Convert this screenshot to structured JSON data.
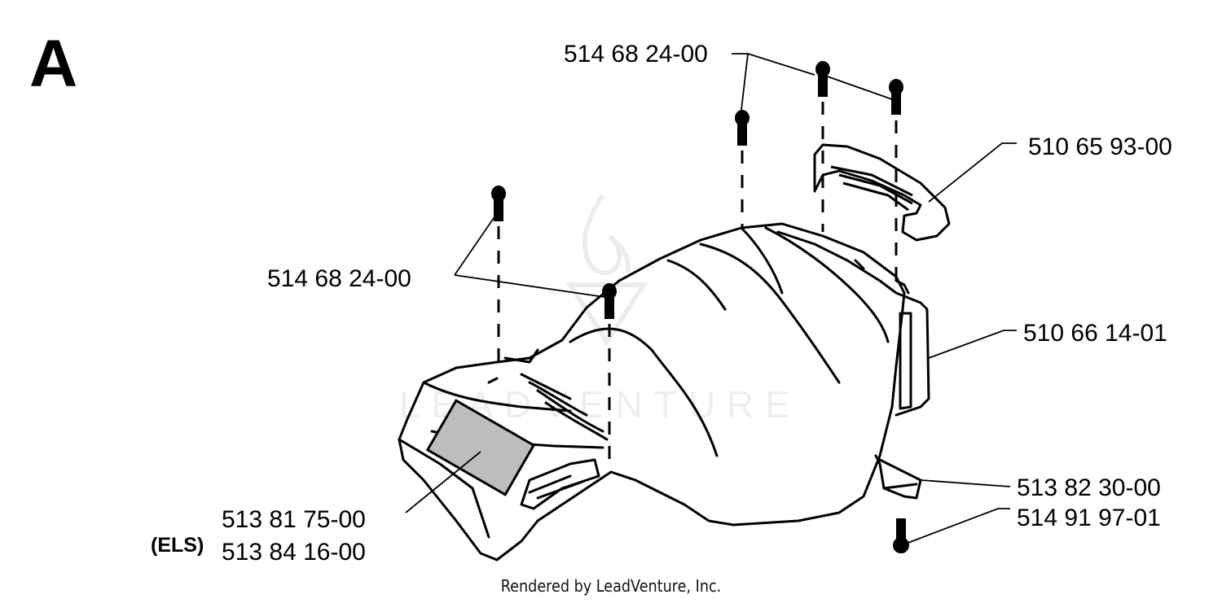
{
  "section_letter": "A",
  "parts": [
    {
      "id": "screw-top",
      "number": "514 68 24-00"
    },
    {
      "id": "handle-grip",
      "number": "510 65 93-00"
    },
    {
      "id": "screw-left",
      "number": "514 68 24-00"
    },
    {
      "id": "side-bracket",
      "number": "510 66 14-01"
    },
    {
      "id": "decal",
      "number": "513 81 75-00"
    },
    {
      "id": "decal-els",
      "prefix": "(ELS)",
      "number": "513 84 16-00"
    },
    {
      "id": "rear-pad",
      "number": "513 82 30-00"
    },
    {
      "id": "bottom-screw",
      "number": "514 91 97-01"
    }
  ],
  "watermark": "LEADVENTURE",
  "footer": "Rendered by LeadVenture, Inc.",
  "colors": {
    "line": "#000000",
    "background": "#ffffff",
    "watermark": "#eeeeee"
  }
}
